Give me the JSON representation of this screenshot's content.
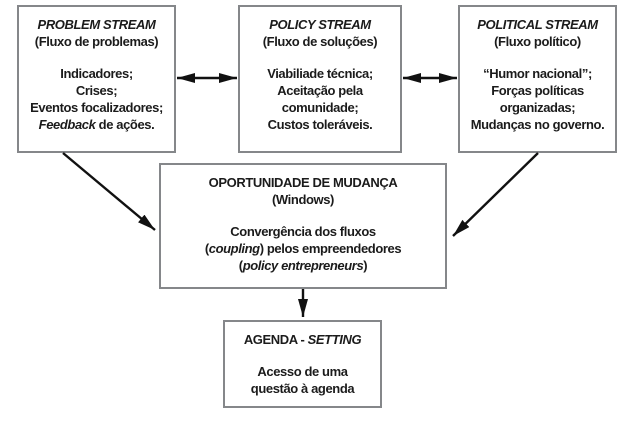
{
  "diagram": {
    "problem_box": {
      "title": "PROBLEM STREAM",
      "subtitle": "(Fluxo de problemas)",
      "line1": "Indicadores;",
      "line2": "Crises;",
      "line3": "Eventos focalizadores;",
      "line4_italic": "Feedback",
      "line4_rest": " de ações."
    },
    "policy_box": {
      "title": "POLICY STREAM",
      "subtitle": "(Fluxo de soluções)",
      "line1": "Viabiliade técnica;",
      "line2": "Aceitação pela",
      "line3": "comunidade;",
      "line4": "Custos toleráveis."
    },
    "political_box": {
      "title": "POLITICAL STREAM",
      "subtitle": "(Fluxo político)",
      "line1": "“Humor nacional”;",
      "line2": "Forças políticas",
      "line3": "organizadas;",
      "line4": "Mudanças no governo."
    },
    "window_box": {
      "title": "OPORTUNIDADE DE MUDANÇA",
      "subtitle": "(Windows)",
      "line1": "Convergência dos fluxos",
      "line2_pre": "(",
      "line2_italic": "coupling",
      "line2_rest": ") pelos empreendedores",
      "line3_pre": "(",
      "line3_italic": "policy entrepreneurs",
      "line3_post": ")"
    },
    "agenda_box": {
      "title_regular": "AGENDA - ",
      "title_italic": "SETTING",
      "line1": "Acesso de uma",
      "line2": "questão à agenda"
    },
    "colors": {
      "background": "#ffffff",
      "box_border": "#85878a",
      "arrow": "#111111",
      "text": "#1b1b1b"
    }
  }
}
